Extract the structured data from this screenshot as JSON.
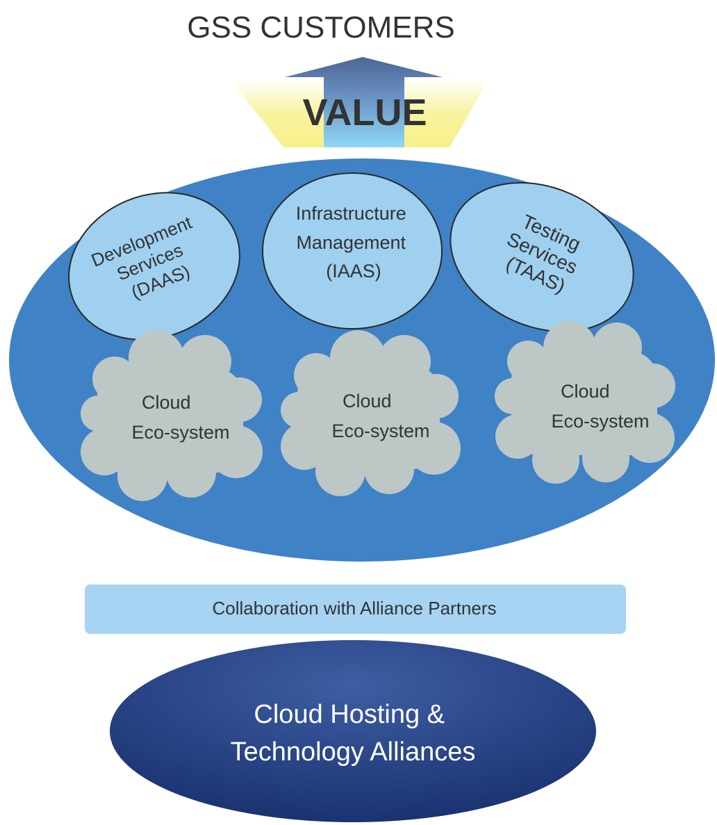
{
  "header": {
    "title": "GSS CUSTOMERS"
  },
  "value_arrow": {
    "label": "VALUE"
  },
  "services": [
    {
      "lines": [
        "Development",
        "Services",
        "(DAAS)"
      ]
    },
    {
      "lines": [
        "Infrastructure",
        "Management",
        "(IAAS)"
      ]
    },
    {
      "lines": [
        "Testing",
        "Services",
        "(TAAS)"
      ]
    }
  ],
  "clouds": [
    {
      "lines": [
        "Cloud",
        "Eco-system"
      ]
    },
    {
      "lines": [
        "Cloud",
        "Eco-system"
      ]
    },
    {
      "lines": [
        "Cloud",
        "Eco-system"
      ]
    }
  ],
  "collaboration_bar": {
    "label": "Collaboration with Alliance Partners"
  },
  "base": {
    "lines": [
      "Cloud Hosting &",
      "Technology Alliances"
    ]
  },
  "colors": {
    "main_ellipse": "#3f82c6",
    "service_fill": "#9fd0f0",
    "cloud_fill": "#bcc7c6",
    "bar_fill": "#a6d4f2",
    "base_dark": "#1b3270",
    "base_light": "#3d5ea3",
    "arrow_top": "#4d6594",
    "arrow_bottom": "#8fd8f6",
    "glow": "#f8f3a0",
    "text_dark": "#333333"
  }
}
